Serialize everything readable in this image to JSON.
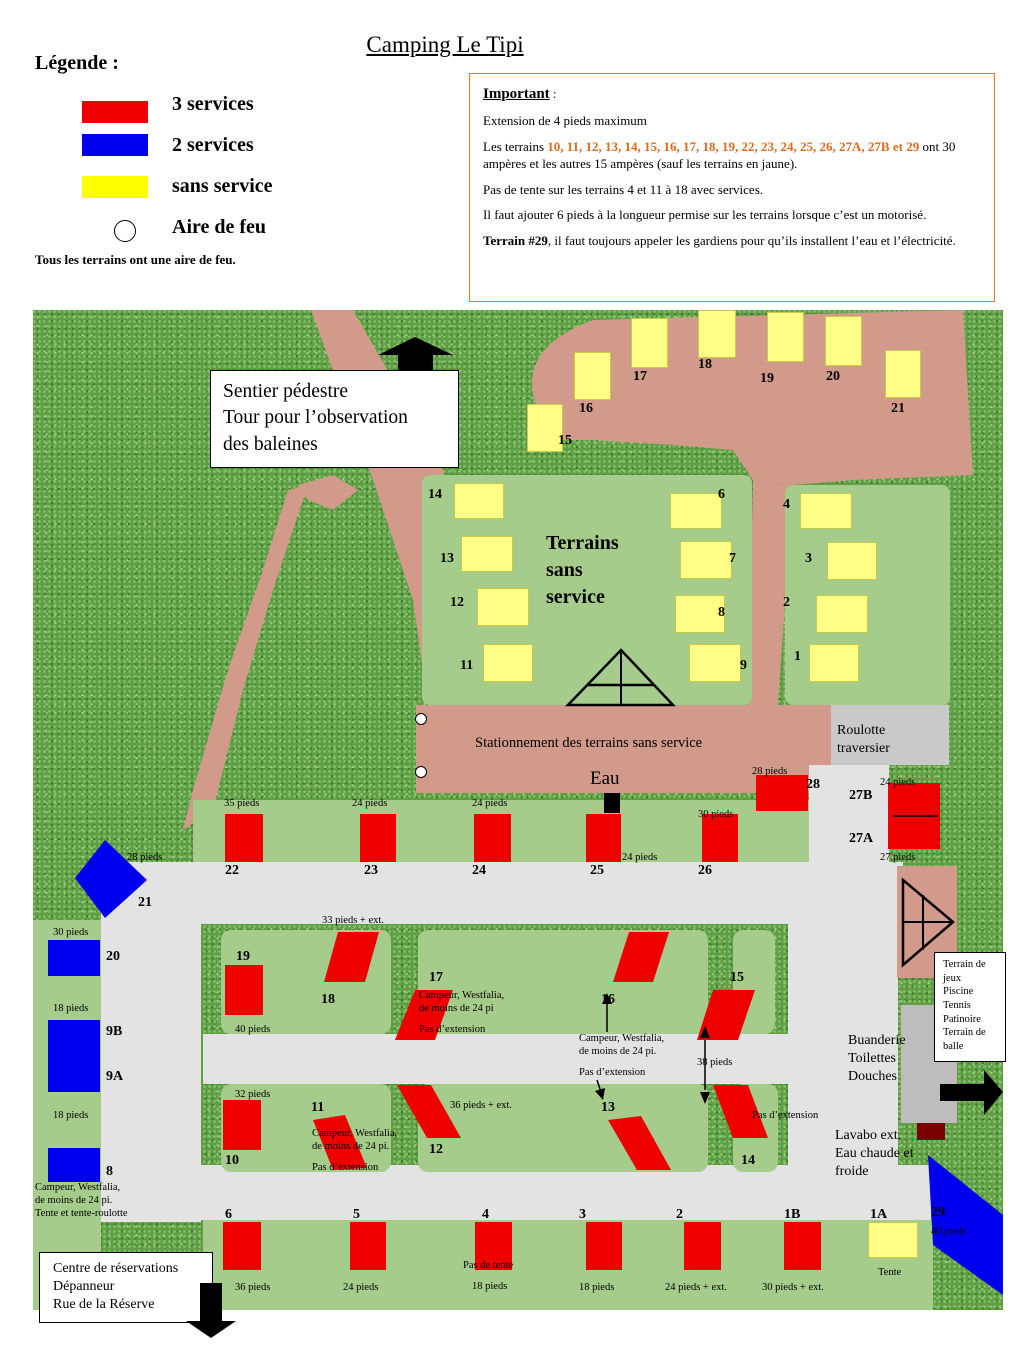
{
  "title": "Camping Le Tipi",
  "legend": {
    "heading": "Légende :",
    "items": [
      {
        "label": "3 services",
        "color": "#ee0000"
      },
      {
        "label": "2 services",
        "color": "#0000ee"
      },
      {
        "label": "sans service",
        "color": "#ffff00"
      },
      {
        "label": "Aire de feu",
        "icon": "fire-circle-icon"
      }
    ],
    "note": "Tous les terrains ont une aire de feu."
  },
  "important": {
    "heading": "Important",
    "colon": " :",
    "line1": "Extension de 4 pieds maximum",
    "line2_pre": "Les terrains ",
    "line2_sites": "10, 11, 12, 13, 14, 15, 16, 17, 18, 19, 22, 23, 24, 25, 26, 27A, 27B et 29",
    "line2_post": " ont 30 ampères et les autres 15 ampères (sauf les terrains en jaune).",
    "line3": "Pas de tente sur les terrains 4 et 11 à 18 avec services.",
    "line4": "Il faut ajouter 6 pieds à la longueur permise sur les terrains lorsque c’est un motorisé.",
    "line5_bold": "Terrain #29",
    "line5_rest": ", il faut toujours appeler les gardiens pour qu’ils installent l’eau et l’électricité."
  },
  "map": {
    "trail": [
      "Sentier pédestre",
      "Tour pour l’observation",
      "des baleines"
    ],
    "zone_title": [
      "Terrains",
      "sans",
      "service"
    ],
    "parking": "Stationnement des terrains sans service",
    "water": "Eau",
    "roulotte": [
      "Roulotte",
      "traversier"
    ],
    "games": [
      "Terrain de",
      "jeux",
      "Piscine",
      "Tennis",
      "Patinoire",
      "Terrain de",
      "balle"
    ],
    "laundry": [
      "Buanderie",
      "Toilettes",
      "Douches"
    ],
    "sink": [
      "Lavabo ext.",
      "Eau chaude et",
      "froide"
    ],
    "reservation": [
      "Centre de réservations",
      "Dépanneur",
      "Rue de la Réserve"
    ],
    "site_labels": {
      "s1": "1",
      "s2": "2",
      "s3": "3",
      "s4": "4",
      "s6n": "6",
      "s7": "7",
      "s8n": "8",
      "s9n": "9",
      "s11n": "11",
      "s12n": "12",
      "s13n": "13",
      "s14n": "14",
      "s15n": "15",
      "s16n": "16",
      "s17n": "17",
      "s18n": "18",
      "s19n": "19",
      "s20n": "20",
      "s21n": "21",
      "s22": "22",
      "s23": "23",
      "s24": "24",
      "s25": "25",
      "s26": "26",
      "s27b": "27B",
      "s27a": "27A",
      "s28": "28",
      "s21": "21",
      "s20": "20",
      "s9b": "9B",
      "s9a": "9A",
      "s8": "8",
      "s19": "19",
      "s18": "18",
      "s17": "17",
      "s16": "16",
      "s15": "15",
      "s11": "11",
      "s12": "12",
      "s13": "13",
      "s14": "14",
      "s10": "10",
      "s6": "6",
      "s5": "5",
      "s4b": "4",
      "s3b": "3",
      "s2b": "2",
      "s1b": "1B",
      "s1a": "1A",
      "s29": "29"
    },
    "notes": {
      "p35": "35 pieds",
      "p24a": "24 pieds",
      "p24b": "24 pieds",
      "p28a": "28 pieds",
      "p30a": "30 pieds",
      "p24c": "24 pieds",
      "p24d": "24 pieds",
      "p27": "27 pieds",
      "p28b": "28 pieds",
      "p30b": "30 pieds",
      "p18a": "18 pieds",
      "p18b": "18 pieds",
      "p33": "33 pieds + ext.",
      "p40": "40 pieds",
      "p32": "32 pieds",
      "p36e": "36 pieds + ext.",
      "p38": "38 pieds",
      "cw1": "Campeur, Westfalia,",
      "cw2": "de moins de 24 pi",
      "pe1": "Pas d’extension",
      "cw3": "Campeur, Westfalia,",
      "cw4": "de moins de 24 pi.",
      "pe2": "Pas d’extension",
      "pe3": "Pas d’extension",
      "cw5": "Campeur, Westfalia,",
      "cw6": "de moins de 24 pi.",
      "pe4": "Pas d’extension",
      "cw7": "Campeur, Westfalia,",
      "cw8": "de moins de 24 pi.",
      "cw9": "Tente et tente-roulotte",
      "p36": "36 pieds",
      "p24e": "24 pieds",
      "pdt": "Pas de tente",
      "p18c": "18 pieds",
      "p18d": "18 pieds",
      "p24x": "24 pieds + ext.",
      "p30x": "30 pieds + ext.",
      "tente": "Tente",
      "p40b": "40 pieds"
    }
  }
}
